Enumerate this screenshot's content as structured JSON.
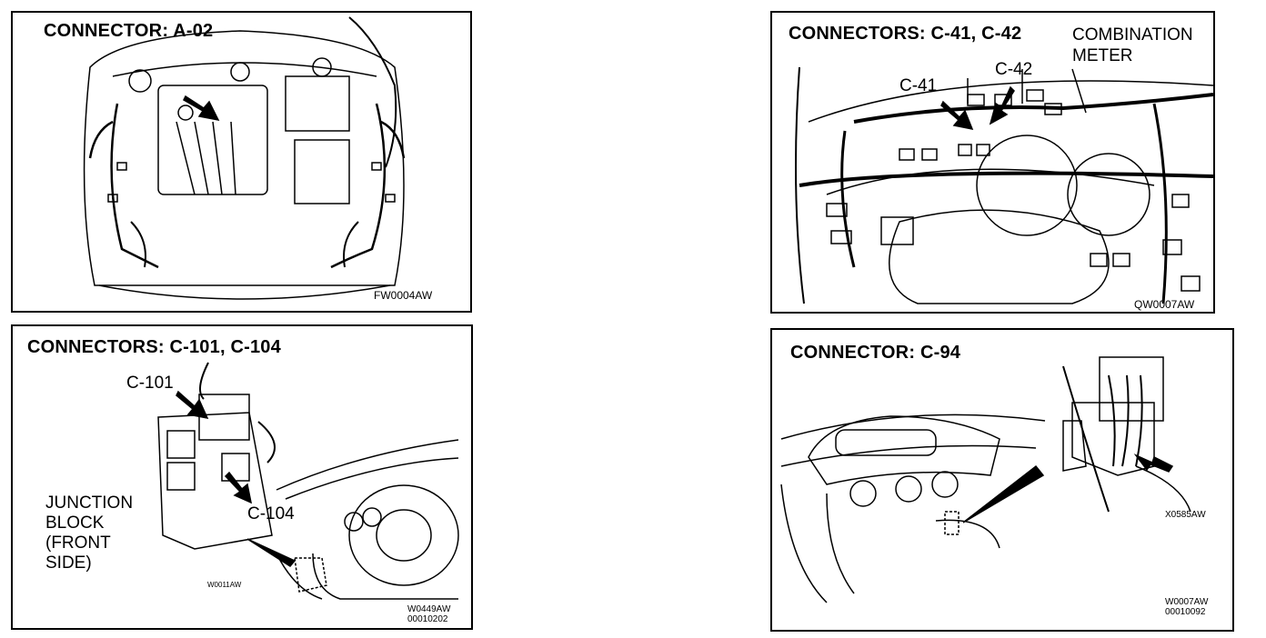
{
  "panels": [
    {
      "title": "CONNECTOR:  A-02",
      "code": "FW0004AW"
    },
    {
      "title": "CONNECTORS:  C-41,  C-42",
      "labels": [
        "COMBINATION",
        "METER",
        "C-42",
        "C-41"
      ],
      "code": "QW0007AW"
    },
    {
      "title": "CONNECTORS:  C-101,  C-104",
      "labels": [
        "C-101",
        "C-104",
        "JUNCTION",
        "BLOCK",
        "(FRONT",
        "SIDE)"
      ],
      "inner_code": "W0011AW",
      "code": [
        "W0449AW",
        "00010202"
      ]
    },
    {
      "title": "CONNECTOR:  C-94",
      "inner_code": "X0585AW",
      "code": [
        "W0007AW",
        "00010092"
      ]
    }
  ]
}
